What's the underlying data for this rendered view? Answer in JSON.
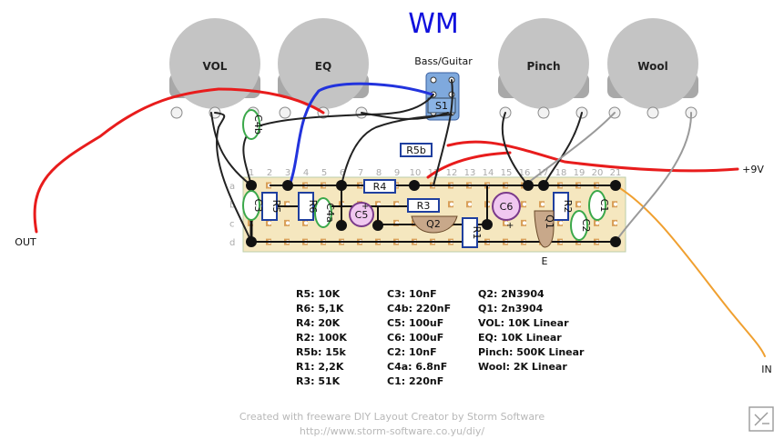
{
  "title": "WM",
  "pots": [
    "VOL",
    "EQ",
    "Pinch",
    "Wool"
  ],
  "switch": {
    "name": "Bass/Guitar",
    "ref": "S1"
  },
  "board": {
    "columns": [
      "1",
      "2",
      "3",
      "4",
      "5",
      "6",
      "7",
      "8",
      "9",
      "10",
      "11",
      "12",
      "13",
      "14",
      "15",
      "16",
      "17",
      "18",
      "19",
      "20",
      "21"
    ],
    "rows": [
      "a",
      "b",
      "c",
      "d"
    ]
  },
  "components": {
    "resistors": [
      "R5",
      "R6",
      "R4",
      "R3",
      "R1",
      "R2",
      "R5b"
    ],
    "capacitors": [
      "C3",
      "C4a",
      "C5",
      "C6",
      "C2",
      "C1",
      "C4b"
    ],
    "transistors": [
      "Q2",
      "Q1"
    ]
  },
  "labels": {
    "out": "OUT",
    "in": "IN",
    "supply": "+9V",
    "e": "E",
    "plus1": "+",
    "plus2": "+"
  },
  "bom_col1": [
    "R5: 10K",
    "R6: 5,1K",
    "R4: 20K",
    "R2: 100K",
    "R5b: 15k",
    "R1: 2,2K",
    "R3: 51K"
  ],
  "bom_col2": [
    "C3: 10nF",
    "C4b: 220nF",
    "C5: 100uF",
    "C6: 100uF",
    "C2: 10nF",
    "C4a: 6.8nF",
    "C1: 220nF"
  ],
  "bom_col3": [
    "Q2: 2N3904",
    "Q1: 2n3904",
    "VOL: 10K Linear",
    "EQ: 10K Linear",
    "Pinch: 500K Linear",
    "Wool: 2K Linear"
  ],
  "footer": {
    "line1": "Created with freeware DIY Layout Creator by Storm Software",
    "line2": "http://www.storm-software.co.yu/diy/"
  },
  "colors": {
    "board": "#f5e7bf",
    "strip": "#d9a05a",
    "title": "#1010dd",
    "red_wire": "#e81c1c",
    "blue_wire": "#2233dd",
    "orange_wire": "#f0a030"
  }
}
